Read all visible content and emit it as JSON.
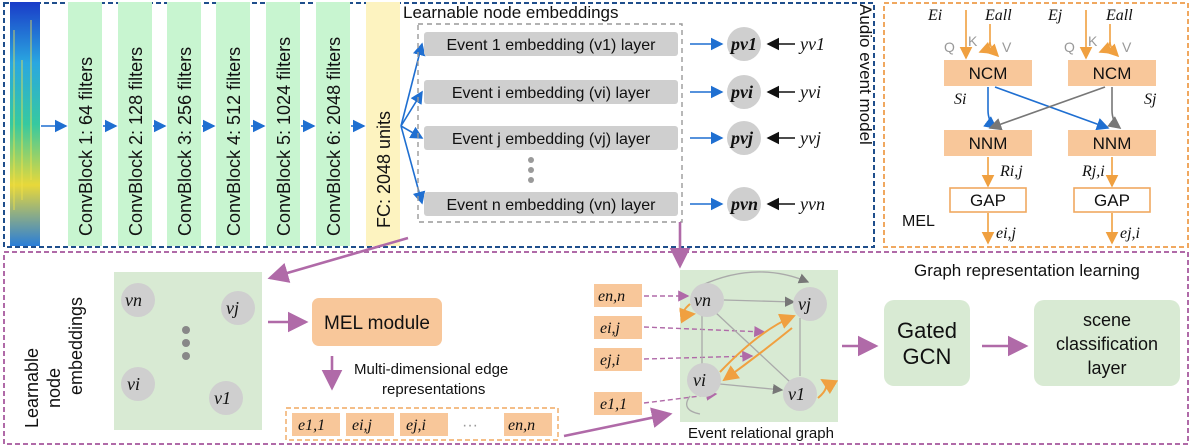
{
  "audio_model": {
    "title": "Audio event model",
    "convblocks": [
      "ConvBlock 1: 64 filters",
      "ConvBlock 2: 128 filters",
      "ConvBlock 3: 256 filters",
      "ConvBlock 4: 512 filters",
      "ConvBlock 5: 1024 filters",
      "ConvBlock 6: 2048 filters"
    ],
    "fc": "FC: 2048 units",
    "embeddings_title": "Learnable node embeddings",
    "events": [
      {
        "label": "Event 1 embedding (v1) layer",
        "p": "pv1",
        "y": "yv1"
      },
      {
        "label": "Event i embedding (vi) layer",
        "p": "pvi",
        "y": "yvi"
      },
      {
        "label": "Event j embedding (vj) layer",
        "p": "pvj",
        "y": "yvj"
      },
      {
        "label": "Event n embedding (vn) layer",
        "p": "pvn",
        "y": "yvn"
      }
    ]
  },
  "mel": {
    "label": "MEL",
    "inputs": [
      "Ei",
      "Eall",
      "Ej",
      "Eall"
    ],
    "qkv": [
      "Q",
      "K",
      "V",
      "Q",
      "K",
      "V"
    ],
    "ncm": "NCM",
    "nnm": "NNM",
    "gap": "GAP",
    "s": [
      "Si",
      "Sj"
    ],
    "r": [
      "Ri,j",
      "Rj,i"
    ],
    "e": [
      "ei,j",
      "ej,i"
    ]
  },
  "graph": {
    "title": "Graph representation learning",
    "node_emb_label": [
      "Learnable",
      "node",
      "embeddings"
    ],
    "nodes": [
      "vn",
      "vj",
      "vi",
      "v1"
    ],
    "mel_module": "MEL module",
    "edge_rep_label": [
      "Multi-dimensional edge",
      "representations"
    ],
    "edges": [
      "e1,1",
      "ei,j",
      "ej,i",
      "···",
      "en,n"
    ],
    "edge_inputs": [
      "en,n",
      "ei,j",
      "ej,i",
      "e1,1"
    ],
    "relational_graph": "Event relational graph",
    "gated_gcn": [
      "Gated",
      "GCN"
    ],
    "scene": [
      "scene",
      "classification",
      "layer"
    ]
  },
  "colors": {
    "blue_border": "#1f4e8c",
    "orange_border": "#f0a860",
    "purple_border": "#b06aa8",
    "conv_green": "#c8f5d0",
    "fc_yellow": "#fdf3c0",
    "orange_fill": "#f8c79a",
    "arrow_blue": "#1f6fd1",
    "arrow_purple": "#b06aa8",
    "soft_green": "#d8ead3"
  }
}
